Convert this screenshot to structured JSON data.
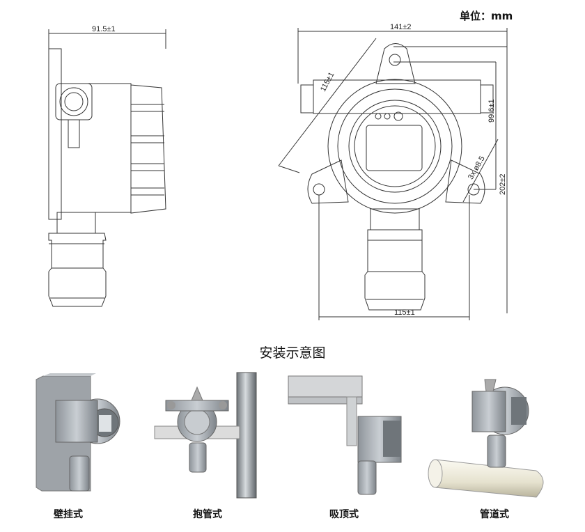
{
  "unit_label": "单位：mm",
  "dimensions": {
    "side_width": "91.5±1",
    "front_width_top": "141±2",
    "diag_115": "115±1",
    "height_996": "99.6±1",
    "height_202": "202±2",
    "hole": "3x  ø8.5",
    "front_width_bottom": "115±1"
  },
  "section_title": "安装示意图",
  "installations": [
    {
      "label": "壁挂式"
    },
    {
      "label": "抱管式"
    },
    {
      "label": "吸顶式"
    },
    {
      "label": "管道式"
    }
  ]
}
